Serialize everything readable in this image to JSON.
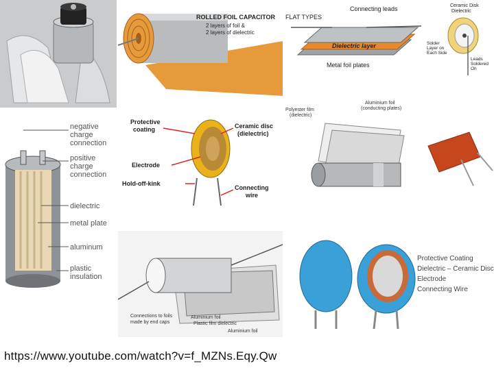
{
  "panels": {
    "rolled_foil": {
      "title": "ROLLED FOIL CAPACITOR",
      "line2": "2 layers of foil &",
      "line3": "2 layers of dielectric"
    },
    "flat_types": {
      "title": "FLAT TYPES",
      "connecting_leads": "Connecting leads",
      "dielectric_layer": "Dielectric layer",
      "metal_foil_plates": "Metal foil plates"
    },
    "ceramic_disk": {
      "title_1": "Ceramic Disk",
      "title_2": "Dielectric",
      "solder_1": "Solder",
      "solder_2": "Layer on",
      "solder_3": "Each Side",
      "leads_1": "Leads",
      "leads_2": "Soldered",
      "leads_3": "On"
    },
    "electrolytic": {
      "negative_1": "negative",
      "negative_2": "charge",
      "negative_3": "connection",
      "positive_1": "positive",
      "positive_2": "charge",
      "positive_3": "connection",
      "dielectric": "dielectric",
      "metal_plate": "metal plate",
      "aluminum": "aluminum",
      "plastic_1": "plastic",
      "plastic_2": "insulation"
    },
    "ceramic_disc_labeled": {
      "protective_1": "Protective",
      "protective_2": "coating",
      "ceramic_1": "Ceramic disc",
      "ceramic_2": "(dielectric)",
      "electrode": "Electrode",
      "hold_off": "Hold-off-kink",
      "connecting_1": "Connecting",
      "connecting_2": "wire"
    },
    "polyester": {
      "polyester_1": "Polyester film",
      "polyester_2": "(dielectric)",
      "aluminium_1": "Aluminium foil",
      "aluminium_2": "(conducting plates)"
    },
    "film_roll": {
      "connections_1": "Connections to foils",
      "connections_2": "made by end caps",
      "aluminium_foil": "Aluminium foil",
      "plastic_film": "Plastic film dielectric",
      "aluminium_foil_2": "Aluminium foil"
    },
    "blue_ceramic": {
      "protective": "Protective Coating",
      "dielectric": "Dielectric – Ceramic Disc",
      "electrode": "Electrode",
      "wire": "Connecting Wire"
    }
  },
  "footer": {
    "url": "https://www.youtube.com/watch?v=f_MZNs.Eqy.Qw"
  },
  "colors": {
    "orange": "#d9822b",
    "blue": "#3aa0d8",
    "red_arrow": "#e0201c",
    "film_red": "#c8461e"
  }
}
